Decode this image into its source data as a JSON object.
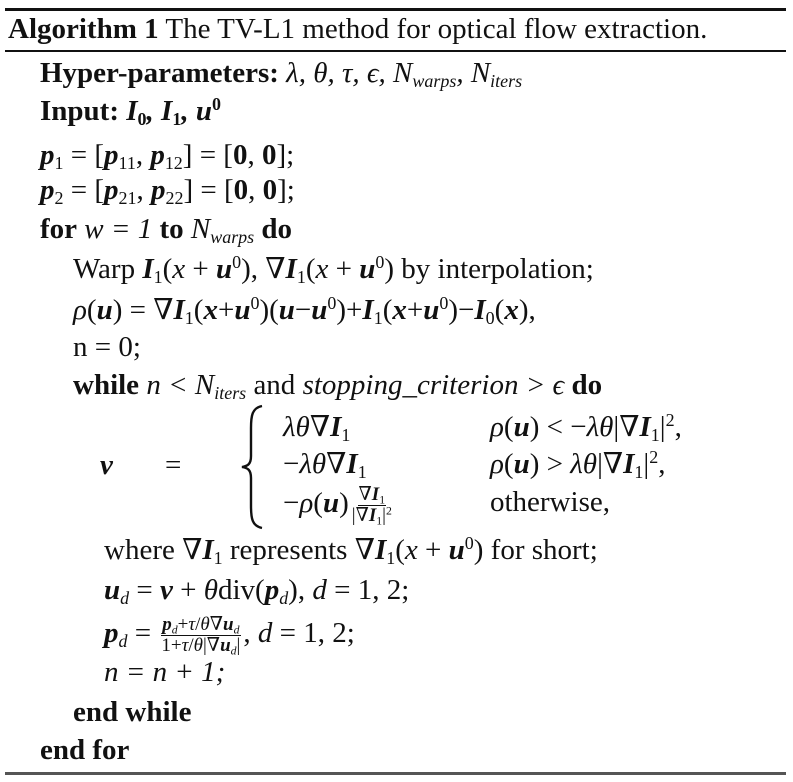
{
  "algorithm": {
    "label": "Algorithm 1",
    "caption": "The TV-L1 method for optical flow extraction.",
    "hyper_parameters": {
      "keyword": "Hyper-parameters:",
      "list": "λ, θ, τ, ϵ, N_warps, N_iters",
      "items": [
        "λ",
        "θ",
        "τ",
        "ϵ",
        "N",
        "warps",
        "N",
        "iters"
      ]
    },
    "input": {
      "keyword": "Input:",
      "list": "I_0, I_1, u^0"
    },
    "init": [
      {
        "text": "p_1 = [p_11, p_12] = [0, 0];",
        "lhs": "p",
        "lhs_sub": "1",
        "a_sub": "11",
        "b_sub": "12"
      },
      {
        "text": "p_2 = [p_21, p_22] = [0, 0];",
        "lhs": "p",
        "lhs_sub": "2",
        "a_sub": "21",
        "b_sub": "22"
      }
    ],
    "for_loop": {
      "kw_for": "for",
      "var": "w = 1",
      "kw_to": "to",
      "limit": "N",
      "limit_sub": "warps",
      "kw_do": "do",
      "warp_line": {
        "prefix": "Warp",
        "suffix": "by interpolation;"
      },
      "rho_line": "ρ(u) = ∇I_1(x+u^0)(u−u^0) + I_1(x+u^0) − I_0(x),",
      "n_init": "n = 0;",
      "while_loop": {
        "kw_while": "while",
        "cond_a": "n <",
        "limit": "N",
        "limit_sub": "iters",
        "kw_and": "and",
        "criterion": "stopping_criterion",
        "cond_b": "> ϵ",
        "kw_do": "do",
        "v_def": {
          "lhs": "v",
          "eq": "=",
          "cases": [
            {
              "value": "λθ∇I_1",
              "condition": "ρ(u) < −λθ|∇I_1|^2,"
            },
            {
              "value": "−λθ∇I_1",
              "condition": "ρ(u) > λθ|∇I_1|^2,"
            },
            {
              "value": "−ρ(u) ∇I_1 / |∇I_1|^2",
              "condition": "otherwise,"
            }
          ]
        },
        "where_line": {
          "prefix": "where",
          "middle": "represents",
          "suffix": "for short;"
        },
        "u_update": "u_d = v + θdiv(p_d), d = 1, 2;",
        "p_update": "p_d = (p_d + τ/θ∇u_d) / (1 + τ/θ|∇u_d|), d = 1, 2;",
        "n_inc": "n = n + 1;",
        "end": "end while"
      },
      "end": "end for"
    },
    "colors": {
      "text": "#111111",
      "background": "#ffffff",
      "rule": "#111111"
    }
  }
}
